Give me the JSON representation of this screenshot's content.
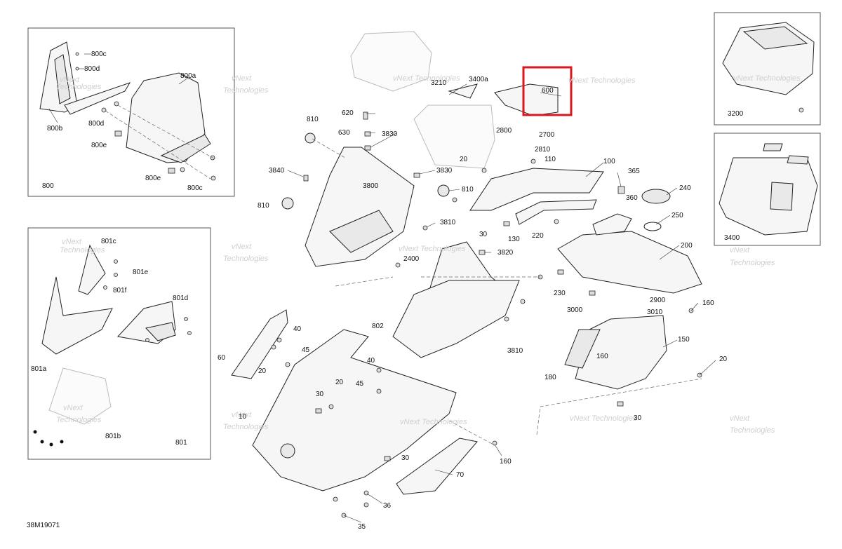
{
  "diagram": {
    "code": "38M19071",
    "watermark": [
      "vNext",
      "Technologies",
      "vNext Technologies"
    ],
    "highlight_label": "600",
    "insets": {
      "i800": {
        "title": "800",
        "labels": [
          "800c",
          "800d",
          "800a",
          "800b",
          "800d",
          "800e",
          "800e",
          "800c"
        ]
      },
      "i801": {
        "title": "801",
        "labels": [
          "801c",
          "801e",
          "801f",
          "801d",
          "801a",
          "801b"
        ]
      },
      "i3200": {
        "title": "3200"
      },
      "i3400": {
        "title": "3400"
      }
    },
    "callouts": [
      "3400a",
      "3210",
      "600",
      "810",
      "620",
      "630",
      "3830",
      "2800",
      "2700",
      "2810",
      "20",
      "110",
      "3840",
      "3830",
      "810",
      "100",
      "365",
      "240",
      "360",
      "810",
      "250",
      "3800",
      "3810",
      "30",
      "220",
      "130",
      "200",
      "3820",
      "2400",
      "230",
      "2900",
      "3000",
      "3010",
      "160",
      "802",
      "3810",
      "150",
      "40",
      "45",
      "60",
      "20",
      "180",
      "160",
      "20",
      "40",
      "45",
      "30",
      "20",
      "30",
      "10",
      "160",
      "30",
      "70",
      "36",
      "35"
    ]
  }
}
